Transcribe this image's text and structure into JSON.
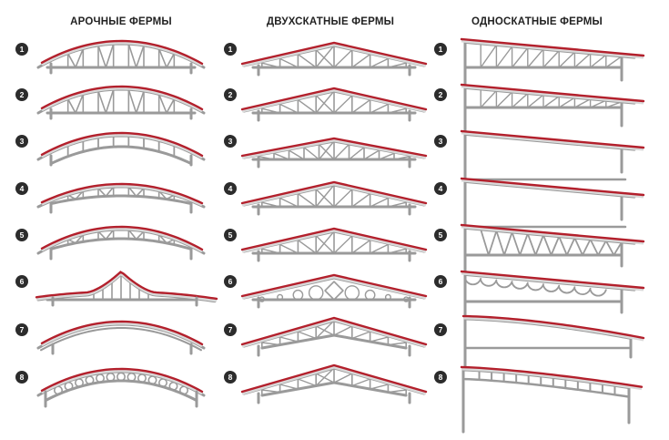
{
  "columns": [
    {
      "title": "АРОЧНЫЕ ФЕРМЫ",
      "type": "arch"
    },
    {
      "title": "ДВУХСКАТНЫЕ ФЕРМЫ",
      "type": "gable"
    },
    {
      "title": "ОДНОСКАТНЫЕ ФЕРМЫ",
      "type": "mono"
    }
  ],
  "row_numbers": [
    "1",
    "2",
    "3",
    "4",
    "5",
    "6",
    "7",
    "8"
  ],
  "colors": {
    "roof": "#b3202c",
    "steel": "#9a9a9a",
    "badge": "#2c2c2c"
  }
}
